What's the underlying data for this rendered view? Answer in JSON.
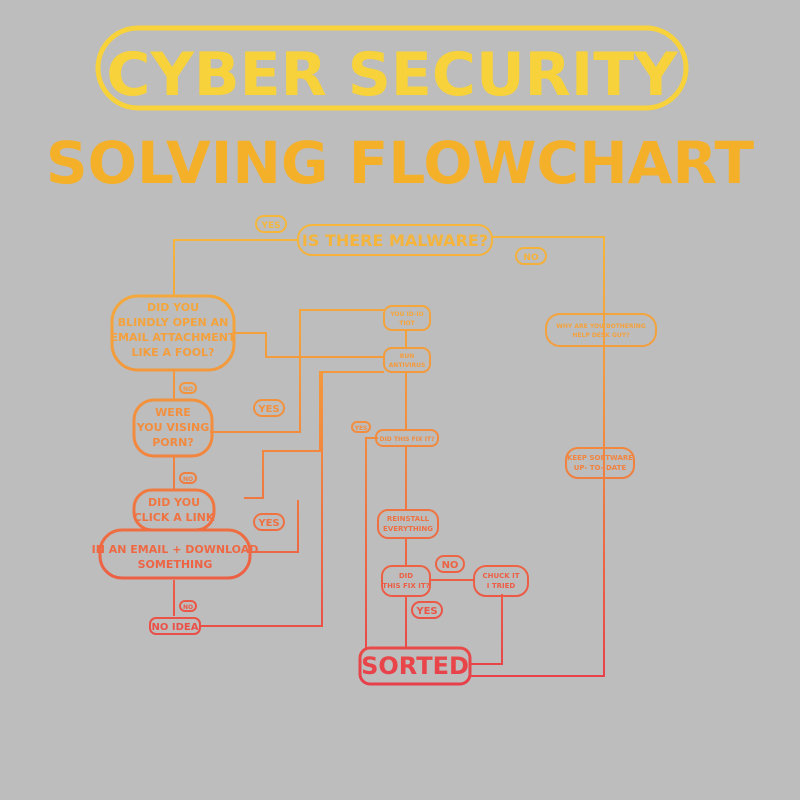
{
  "title": {
    "line1": "CYBER SECURITY",
    "line2": "SOLVING FLOWCHART"
  },
  "colors": {
    "background": "#bdbdbd",
    "top": "#f7d23a",
    "mid": "#f5a43a",
    "bottom": "#e8404a"
  },
  "nodes": {
    "malware": "IS THERE MALWARE?",
    "email_attachment": [
      "DID YOU",
      "BLINDLY OPEN AN",
      "EMAIL ATTACHMENT",
      "LIKE A FOOL?"
    ],
    "porn": [
      "WERE",
      "YOU VISING",
      "PORN?"
    ],
    "click_link": [
      "DID YOU",
      "CLICK A LINK"
    ],
    "download": [
      "IN AN EMAIL + DOWNLOAD",
      "SOMETHING"
    ],
    "no_idea": "NO IDEA",
    "you_idiot": [
      "YOU ID-IO",
      "TIOT"
    ],
    "run_antivirus": [
      "RUN",
      "ANTIVIRUS"
    ],
    "did_fix_1": "DID THIS FIX IT?",
    "reinstall": [
      "REINSTALL",
      "EVERYTHING"
    ],
    "did_fix_2": [
      "DID",
      "THIS FIX IT?"
    ],
    "chuck_it": [
      "CHUCK IT",
      "I TRIED"
    ],
    "sorted": "SORTED",
    "why_call": [
      "WHY ARE YOU BOTHERING",
      "HELP DESK GUY?"
    ],
    "keep_updated": [
      "KEEP SOFTWARE",
      "UP- TO- DATE"
    ]
  },
  "labels": {
    "yes": "YES",
    "no": "NO"
  }
}
